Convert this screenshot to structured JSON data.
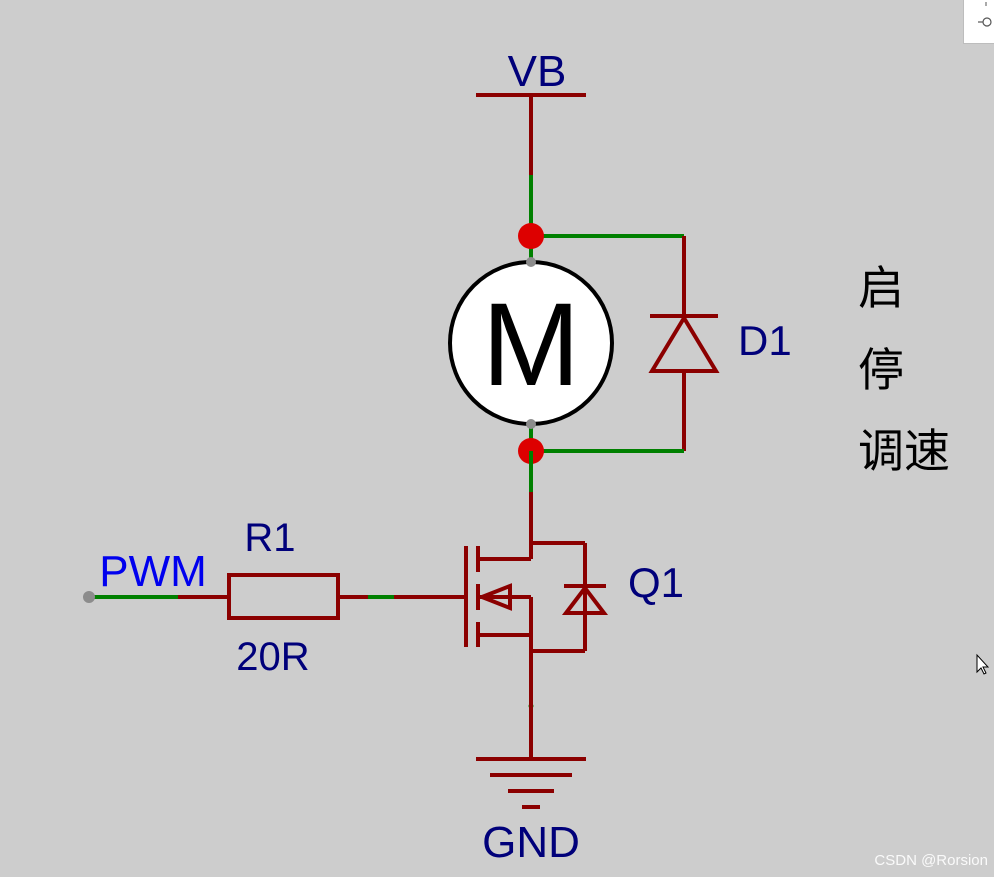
{
  "labels": {
    "supply": "VB",
    "ground": "GND",
    "motor_symbol": "M",
    "diode": "D1",
    "mosfet": "Q1",
    "resistor": "R1",
    "resistor_value": "20R",
    "input": "PWM"
  },
  "side_text": [
    "启",
    "停",
    "调速"
  ],
  "watermark": "CSDN @Rorsion",
  "colors": {
    "wire": "#008000",
    "component": "#8b0000",
    "junction": "#dd0000",
    "pin": "#8c8c8c",
    "label": "#00007a",
    "input_label": "#0000ee",
    "background": "#cdcdcd"
  }
}
